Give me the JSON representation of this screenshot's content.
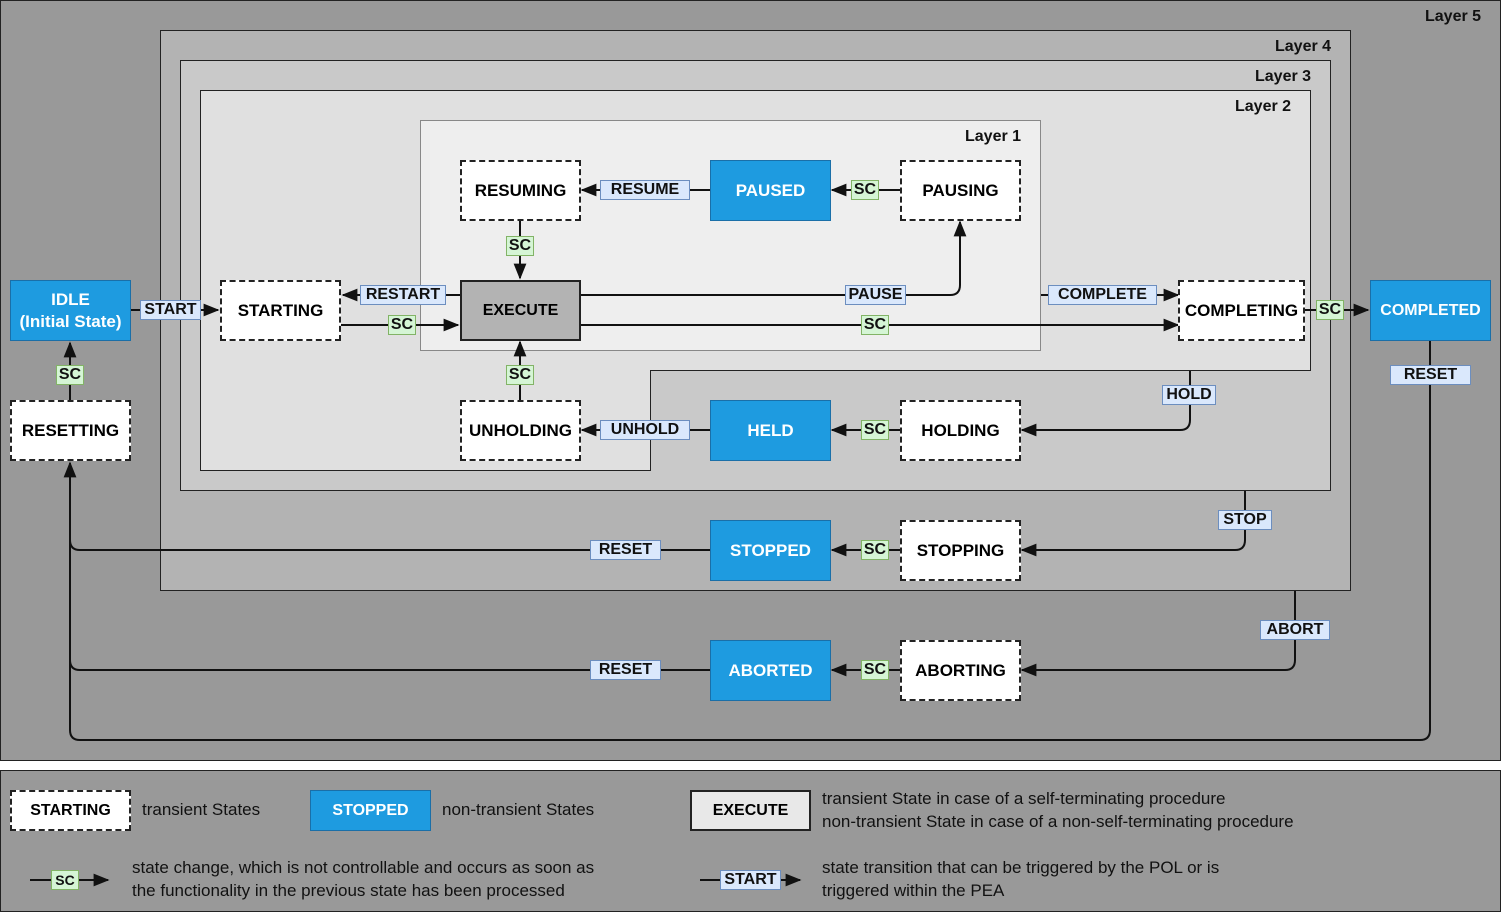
{
  "layers": {
    "layer5": "Layer 5",
    "layer4": "Layer 4",
    "layer3": "Layer 3",
    "layer2": "Layer 2",
    "layer1": "Layer 1"
  },
  "states": {
    "idle": {
      "line1": "IDLE",
      "line2": "(Initial State)"
    },
    "starting": "STARTING",
    "execute": "EXECUTE",
    "resuming": "RESUMING",
    "paused": "PAUSED",
    "pausing": "PAUSING",
    "completing": "COMPLETING",
    "completed": "COMPLETED",
    "resetting": "RESETTING",
    "unholding": "UNHOLDING",
    "held": "HELD",
    "holding": "HOLDING",
    "stopped": "STOPPED",
    "stopping": "STOPPING",
    "aborted": "ABORTED",
    "aborting": "ABORTING"
  },
  "transitions": {
    "start": "START",
    "restart": "RESTART",
    "resume": "RESUME",
    "pause": "PAUSE",
    "complete": "COMPLETE",
    "reset": "RESET",
    "hold": "HOLD",
    "unhold": "UNHOLD",
    "stop": "STOP",
    "abort": "ABORT",
    "sc": "SC"
  },
  "legend": {
    "transient_example": "STARTING",
    "transient_text": "transient States",
    "nontransient_example": "STOPPED",
    "nontransient_text": "non-transient States",
    "execute_example": "EXECUTE",
    "execute_text_1": "transient State in case of a self-terminating procedure",
    "execute_text_2": "non-transient State in case of a non-self-terminating procedure",
    "sc_example": "SC",
    "sc_text_1": "state change, which is not controllable and occurs as soon as",
    "sc_text_2": "the functionality in the previous state has been processed",
    "start_example": "START",
    "start_text_1": "state transition that can be triggered by the POL or is",
    "start_text_2": "triggered within the PEA"
  },
  "colors": {
    "nontransient_fill": "#1e9be0",
    "execute_fill": "#b3b3b3",
    "transition_label_fill": "#dae8fc",
    "sc_label_fill": "#d5f5d5",
    "layer5_fill": "#999999",
    "layer4_fill": "#b3b3b3",
    "layer3_fill": "#c9c9c9",
    "layer2_fill": "#e0e0e0",
    "layer1_fill": "#eeeeee"
  }
}
